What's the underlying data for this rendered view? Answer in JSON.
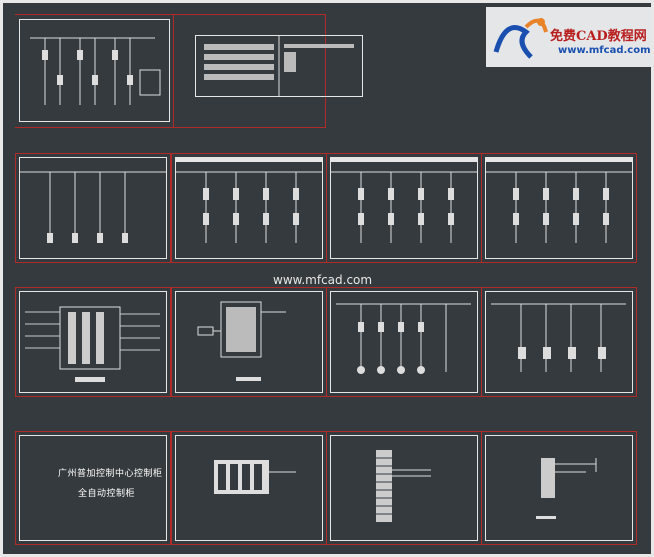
{
  "watermark": {
    "brand": "免费CAD教程网",
    "url": "www.mfcad.com"
  },
  "center_watermark": "www.mfcad.com",
  "title_sheet": {
    "line1": "广州普加控制中心控制柜",
    "line2": "全自动控制柜"
  },
  "colors": {
    "background": "#343a3e",
    "sheet_border": "#b02a2a",
    "line": "#e6e6e6",
    "brand_orange": "#e8832a",
    "brand_blue": "#1a4fb0"
  }
}
